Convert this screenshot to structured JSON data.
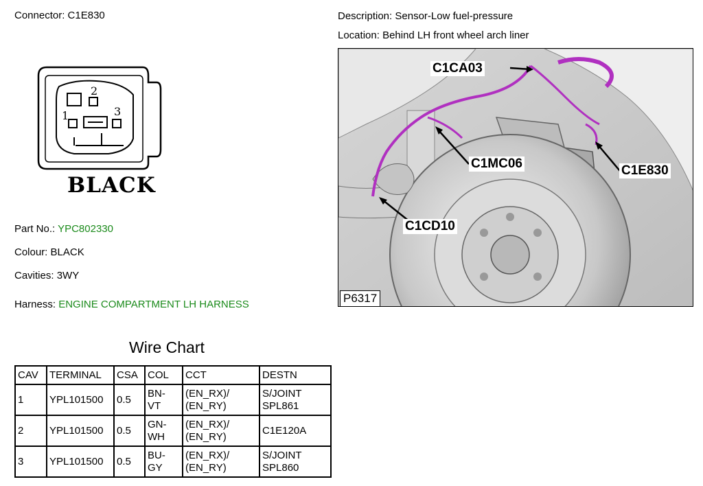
{
  "connector": {
    "label": "Connector:",
    "value": "C1E830"
  },
  "description": {
    "label": "Description:",
    "value": "Sensor-Low fuel-pressure"
  },
  "location": {
    "label": "Location:",
    "value": "Behind LH front wheel arch liner"
  },
  "connector_drawing": {
    "pin_numbers": [
      "1",
      "2",
      "3"
    ],
    "color_label": "BLACK"
  },
  "details": {
    "part_no": {
      "label": "Part No.:",
      "value": "YPC802330"
    },
    "colour": {
      "label": "Colour:",
      "value": "BLACK"
    },
    "cavities": {
      "label": "Cavities:",
      "value": "3WY"
    },
    "harness": {
      "label": "Harness:",
      "value": "ENGINE COMPARTMENT LH HARNESS"
    }
  },
  "photo": {
    "callouts": [
      "C1CA03",
      "C1MC06",
      "C1E830",
      "C1CD10"
    ],
    "code": "P6317",
    "harness_color": "#b030c0"
  },
  "wire_chart": {
    "title": "Wire Chart",
    "headers": [
      "CAV",
      "TERMINAL",
      "CSA",
      "COL",
      "CCT",
      "DESTN"
    ],
    "rows": [
      {
        "cav": "1",
        "terminal": "YPL101500",
        "csa": "0.5",
        "col": [
          "BN-",
          "VT"
        ],
        "cct": [
          "(EN_RX)/",
          "(EN_RY)"
        ],
        "destn": [
          "S/JOINT",
          "SPL861"
        ]
      },
      {
        "cav": "2",
        "terminal": "YPL101500",
        "csa": "0.5",
        "col": [
          "GN-",
          "WH"
        ],
        "cct": [
          "(EN_RX)/",
          "(EN_RY)"
        ],
        "destn": [
          "C1E120A"
        ]
      },
      {
        "cav": "3",
        "terminal": "YPL101500",
        "csa": "0.5",
        "col": [
          "BU-",
          "GY"
        ],
        "cct": [
          "(EN_RX)/",
          "(EN_RY)"
        ],
        "destn": [
          "S/JOINT",
          "SPL860"
        ]
      }
    ]
  },
  "colors": {
    "accent_green": "#1a8a1a",
    "harness_purple": "#b030c0"
  }
}
